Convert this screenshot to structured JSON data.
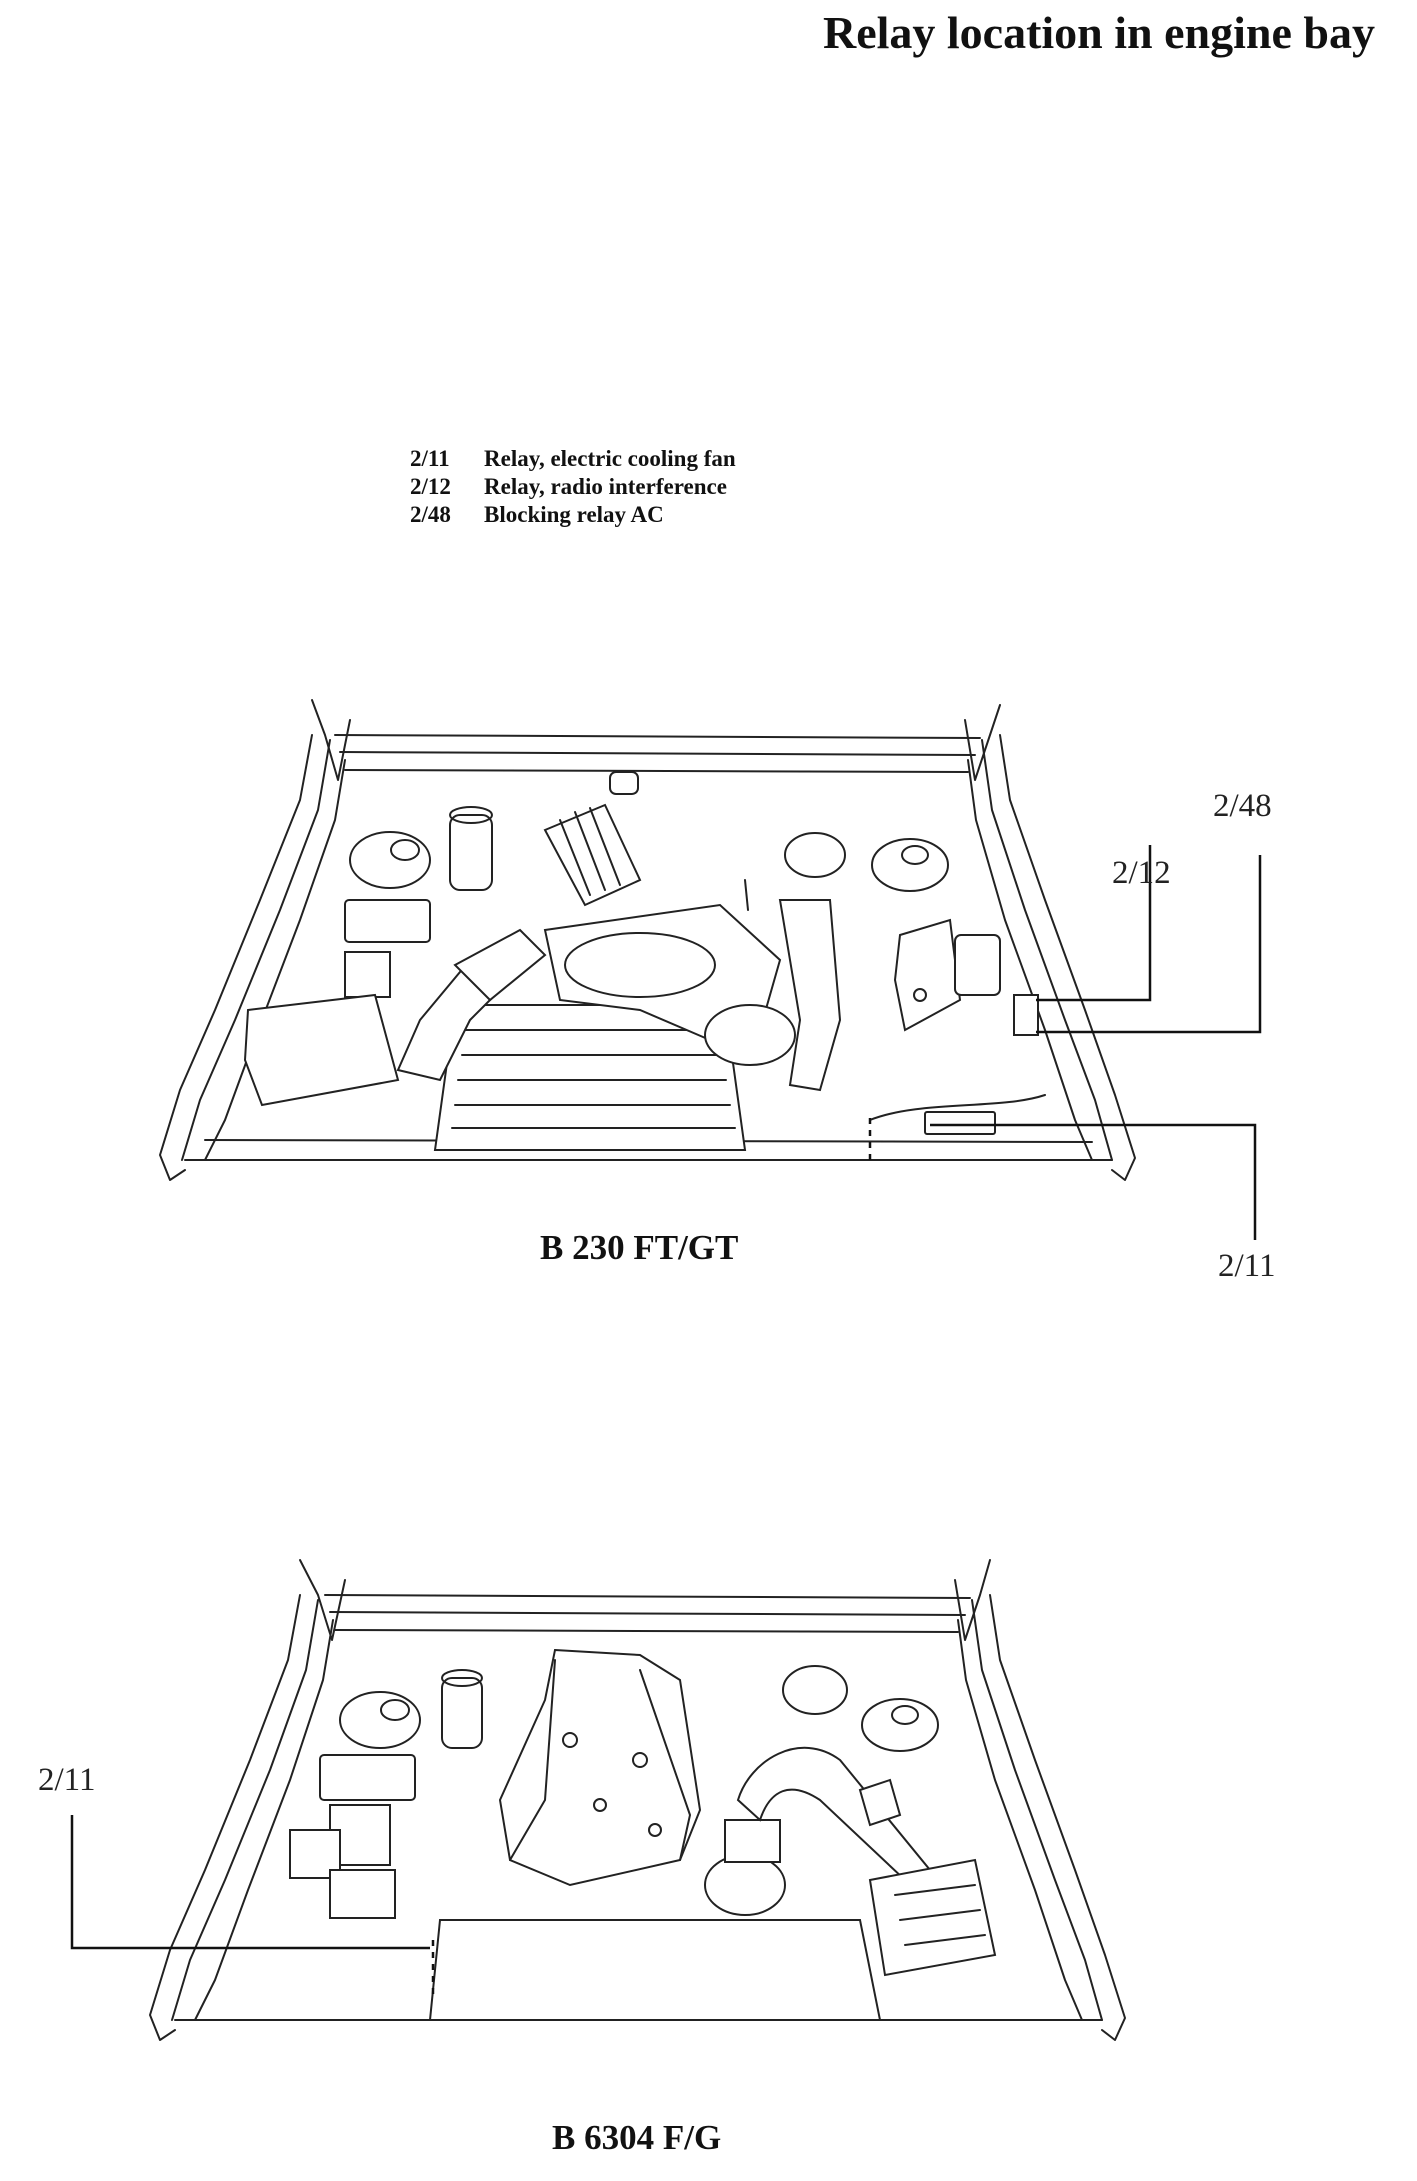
{
  "title": "Relay location in engine bay",
  "legend": [
    {
      "code": "2/11",
      "label": "Relay, electric cooling fan"
    },
    {
      "code": "2/12",
      "label": "Relay, radio interference"
    },
    {
      "code": "2/48",
      "label": "Blocking relay AC"
    }
  ],
  "diagrams": [
    {
      "caption": "B 230 FT/GT",
      "callouts": [
        "2/48",
        "2/12",
        "2/11"
      ]
    },
    {
      "caption": "B 6304 F/G",
      "callouts": [
        "2/11"
      ]
    }
  ]
}
